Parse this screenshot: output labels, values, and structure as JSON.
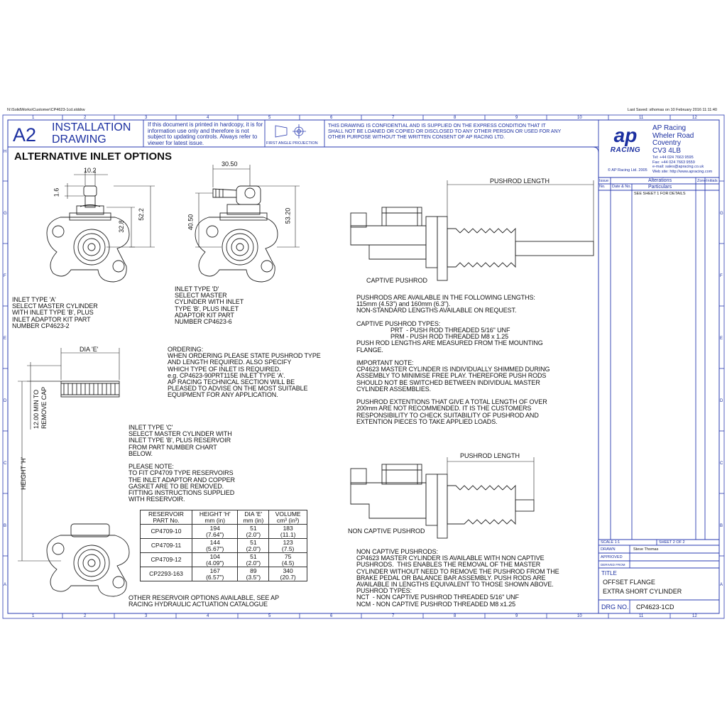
{
  "header": {
    "path": "N:\\SolidWorks\\Customer\\CP4623-1cd.slddrw",
    "last_saved": "Last Saved: sthomas on 10 February 2016 11:11:40"
  },
  "grid": {
    "top_numbers": [
      "1",
      "2",
      "3",
      "4",
      "5",
      "6",
      "7",
      "8",
      "9",
      "10",
      "11",
      "12"
    ],
    "bottom_numbers": [
      "1",
      "2",
      "3",
      "4",
      "5",
      "6",
      "7",
      "8",
      "9",
      "10",
      "11",
      "12"
    ],
    "left_letters": [
      "H",
      "G",
      "F",
      "E",
      "D",
      "C",
      "B",
      "A"
    ],
    "right_letters": [
      "G",
      "F",
      "E",
      "D",
      "C",
      "B",
      "A"
    ]
  },
  "title_block": {
    "size": "A2",
    "title_line1": "INSTALLATION",
    "title_line2": "DRAWING",
    "hardcopy_notice": "If this document is printed in hardcopy, it is for information use only and therefore is not subject to updating controls. Always refer to viewer for latest issue.",
    "projection": "FIRST ANGLE PROJECTION",
    "confidential": "THIS DRAWING IS CONFIDENTIAL AND IS SUPPLIED ON THE EXPRESS CONDITION THAT IT SHALL NOT BE LOANED OR COPIED OR DISCLOSED TO ANY OTHER PERSON OR USED FOR ANY OTHER PURPOSE WITHOUT THE WRITTEN CONSENT OF AP RACING LTD."
  },
  "company": {
    "logo_ap": "ap",
    "logo_racing": "RACING",
    "copyright": "© AP Racing Ltd. 2005",
    "name": "AP Racing",
    "addr1": "Wheler Road",
    "addr2": "Coventry",
    "addr3": "CV3 4LB",
    "tel": "Tel:   +44 024 7663 9595",
    "fax": "Fax: +44 024 7663 9559",
    "email": "e-mail: sales@apracing.co.uk",
    "web": "Web site: http://www.apracing.com"
  },
  "revisions": {
    "title": "Alterations",
    "issue": "Issue",
    "no": "No.",
    "date": "Date & No.",
    "particulars": "Particulars",
    "zone": "Zone",
    "initials": "Initials",
    "first_entry": "SEE SHEET 1 FOR DETAILS"
  },
  "info_block": {
    "scale": "SCALE 1:1",
    "sheet": "SHEET  2  OF  2",
    "drawn_label": "DRAWN",
    "drawn_value": "Steve Thomas",
    "approved_label": "APPROVED",
    "derived_label": "DERIVED FROM",
    "title_label": "TITLE",
    "title1": "OFFSET FLANGE",
    "title2": "EXTRA SHORT CYLINDER",
    "drg_label": "DRG NO.",
    "drg_value": "CP4623-1CD"
  },
  "main": {
    "heading": "ALTERNATIVE INLET OPTIONS",
    "dims_a": {
      "w": "10.2",
      "h1": "1.6",
      "h2": "32.8",
      "h3": "52.2"
    },
    "dims_d": {
      "w": "30.50",
      "h1": "40.50",
      "h2": "53.20"
    },
    "dims_c": {
      "dia": "DIA 'E'",
      "min": "12.00 MIN TO\nREMOVE CAP",
      "height": "HEIGHT 'H'"
    },
    "inlet_a": "INLET TYPE 'A'\nSELECT MASTER CYLINDER\nWITH INLET TYPE 'B', PLUS\nINLET ADAPTOR KIT PART\nNUMBER CP4623-2",
    "inlet_d": "INLET TYPE 'D'\nSELECT MASTER\nCYLINDER WITH INLET\nTYPE 'B', PLUS INLET\nADAPTOR KIT PART\nNUMBER CP4623-6",
    "ordering": "ORDERING:\nWHEN ORDERING PLEASE STATE PUSHROD TYPE\nAND LENGTH REQUIRED. ALSO SPECIFY\nWHICH TYPE OF INLET IS REQUIRED.\ne.g. CP4623-90PRT115E INLET TYPE 'A'.\nAP RACING TECHNICAL SECTION WILL BE\nPLEASED TO ADVISE ON THE MOST SUITABLE\nEQUIPMENT FOR ANY APPLICATION.",
    "inlet_c": "INLET TYPE 'C'\nSELECT MASTER CYLINDER WITH\nINLET TYPE 'B', PLUS RESERVOIR\nFROM PART NUMBER CHART\nBELOW.\n\nPLEASE NOTE:\nTO FIT CP4709 TYPE RESERVOIRS\nTHE INLET ADAPTOR AND COPPER\nGASKET ARE TO BE REMOVED.\nFITTING INSTRUCTIONS SUPPLIED\nWITH RESERVOIR.",
    "other_reservoir": "OTHER RESERVOIR OPTIONS AVAILABLE, SEE AP\nRACING HYDRAULIC ACTUATION CATALOGUE",
    "pushrod_length": "PUSHROD LENGTH",
    "captive_label": "CAPTIVE PUSHROD",
    "noncaptive_label": "NON CAPTIVE PUSHROD",
    "pushrod_notes": "PUSHRODS ARE AVAILABLE IN THE FOLLOWING LENGTHS:\n115mm (4.53\") and 160mm (6.3\").\nNON-STANDARD LENGTHS AVAILABLE ON REQUEST.\n\nCAPTIVE PUSHROD TYPES:\n                    PRT  - PUSH ROD THREADED 5/16\" UNF\n                    PRM - PUSH ROD THREADED M8 x 1.25\nPUSH ROD LENGTHS ARE MEASURED FROM THE MOUNTING\nFLANGE.\n\nIMPORTANT NOTE:\nCP4623 MASTER CYLINDER IS INDIVIDUALLY SHIMMED DURING\nASSEMBLY TO MINIMISE FREE PLAY. THEREFORE PUSH RODS\nSHOULD NOT BE SWITCHED BETWEEN INDIVIDUAL MASTER\nCYLINDER ASSEMBLIES.\n\nPUSHROD EXTENTIONS THAT GIVE A TOTAL LENGTH OF OVER\n200mm ARE NOT RECOMMENDED. IT IS THE CUSTOMERS\nRESPONSIBILITY TO CHECK SUITABILITY OF PUSHROD AND\nEXTENTION PIECES TO TAKE APPLIED LOADS.",
    "noncaptive_notes": "NON CAPTIVE PUSHRODS:\nCP4623 MASTER CYLINDER IS AVAILABLE WITH NON CAPTIVE\nPUSHRODS.  THIS ENABLES THE REMOVAL OF THE MASTER\nCYLINDER WITHOUT NEED TO REMOVE THE PUSHROD FROM THE\nBRAKE PEDAL OR BALANCE BAR ASSEMBLY. PUSH RODS ARE\nAVAILABLE IN LENGTHS EQUIVALENT TO THOSE SHOWN ABOVE.\nPUSHROD TYPES:\nNCT  - NON CAPTIVE PUSHROD THREADED 5/16\" UNF\nNCM - NON CAPTIVE PUSHROD THREADED M8 x1.25"
  },
  "reservoir_table": {
    "headers": [
      "RESERVOIR\nPART No.",
      "HEIGHT 'H'\nmm (in)",
      "DIA 'E'\nmm (in)",
      "VOLUME\ncm³ (in³)"
    ],
    "rows": [
      [
        "CP4709-10",
        "194\n(7.64\")",
        "51\n(2.0\")",
        "183\n(11.1)"
      ],
      [
        "CP4709-11",
        "144\n(5.67\")",
        "51\n(2.0\")",
        "123\n(7.5)"
      ],
      [
        "CP4709-12",
        "104\n(4.09\")",
        "51\n(2.0\")",
        "75\n(4.5)"
      ],
      [
        "CP2293-163",
        "167\n(6.57\")",
        "89\n(3.5\")",
        "340\n(20.7)"
      ]
    ]
  }
}
